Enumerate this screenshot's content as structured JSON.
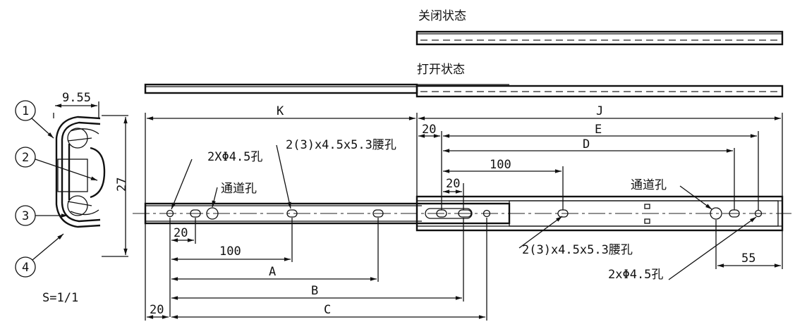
{
  "closed_label": "关闭状态",
  "open_label": "打开状态",
  "section": {
    "balloons": [
      "1",
      "2",
      "3",
      "4"
    ],
    "width_dim": "9.55",
    "height_dim": "27",
    "scale": "S=1/1"
  },
  "dimensions": {
    "K": "K",
    "J": "J",
    "E": "E",
    "D": "D",
    "A": "A",
    "B": "B",
    "C": "C",
    "d20_top": "20",
    "d20_inner": "20",
    "d20_left": "20",
    "d20_bottom": "20",
    "d100_right": "100",
    "d100_left": "100",
    "d55": "55"
  },
  "callouts": {
    "hole_left": "2XΦ4.5孔",
    "slot_top": "2(3)x4.5x5.3腰孔",
    "access_left": "通道孔",
    "access_right": "通道孔",
    "slot_bottom": "2(3)x4.5x5.3腰孔",
    "hole_right": "2xΦ4.5孔"
  }
}
